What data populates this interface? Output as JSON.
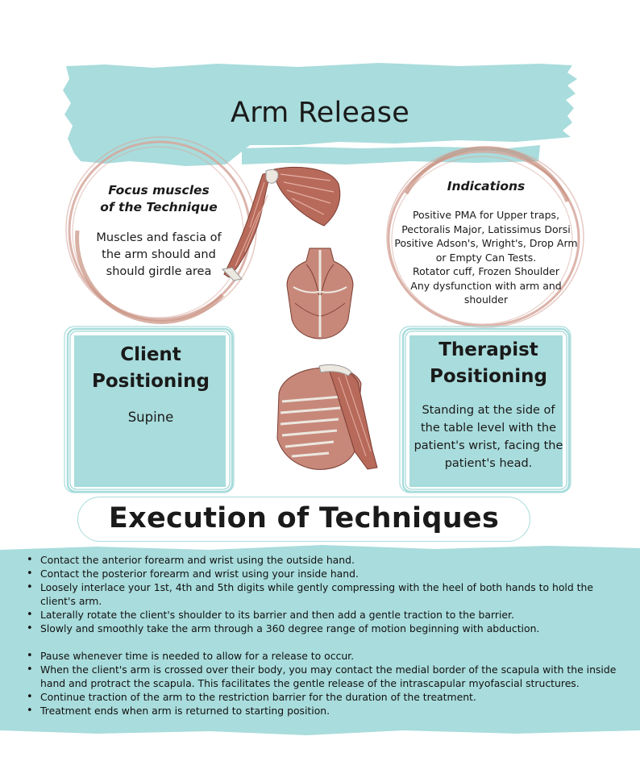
{
  "header": {
    "title": "Arm Release"
  },
  "focus": {
    "heading_line1": "Focus muscles",
    "heading_line2": "of the Technique",
    "body_line1": "Muscles and fascia of",
    "body_line2": "the arm should and",
    "body_line3": "should girdle area"
  },
  "indications": {
    "heading": "Indications",
    "lines": [
      "Positive PMA for Upper traps,",
      "Pectoralis Major, Latissimus Dorsi",
      "Positive Adson's, Wright's, Drop Arm",
      "or Empty Can Tests.",
      "Rotator cuff, Frozen Shoulder",
      "Any dysfunction with arm and",
      "shoulder"
    ]
  },
  "client": {
    "heading_line1": "Client",
    "heading_line2": "Positioning",
    "body": "Supine"
  },
  "therapist": {
    "heading_line1": "Therapist",
    "heading_line2": "Positioning",
    "body_lines": [
      "Standing at the side of",
      "the table level with the",
      "patient's wrist, facing the",
      "patient's head."
    ]
  },
  "execution": {
    "title": "Execution of Techniques",
    "steps": [
      "Contact the anterior forearm and wrist using the outside hand.",
      "Contact the posterior forearm and wrist using your inside hand.",
      "Loosely interlace your 1st, 4th and 5th digits while gently compressing with the heel of both hands to hold the client's arm.",
      "Laterally rotate the client's shoulder to its barrier and then add a gentle traction to the barrier.",
      "Slowly and smoothly take the arm through a 360 degree range of motion beginning with abduction.",
      "Pause whenever time is needed to allow for a release to occur.",
      "When the client's arm is crossed over their body, you may contact the medial border of the scapula  with the inside hand and protract the scapula.  This facilitates the gentle release of the intrascapular myofascial structures.",
      "Continue traction of the arm to the restriction barrier for the duration of the treatment.",
      "Treatment ends when arm is returned to starting position."
    ]
  },
  "colors": {
    "teal": "#a9dcdc",
    "teal_dark": "#8fcfcf",
    "ring": "#d6a79c",
    "muscle": "#b86a5a",
    "bone": "#ece8e0"
  },
  "images": {
    "arm_anatomy": "arm-shoulder-muscles-illustration",
    "back_anatomy": "upper-back-muscles-illustration",
    "chest_anatomy": "rib-cage-and-arm-muscles-illustration"
  }
}
